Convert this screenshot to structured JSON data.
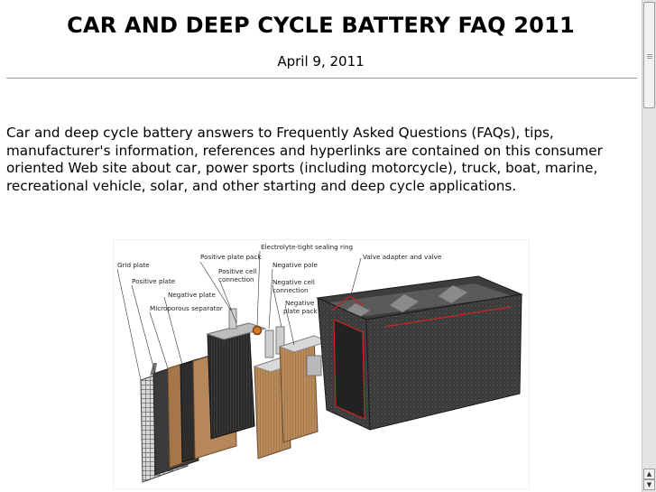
{
  "header": {
    "title": "CAR AND DEEP CYCLE BATTERY FAQ 2011",
    "date": "April 9, 2011"
  },
  "intro": {
    "text": "Car and deep cycle battery answers to Frequently Asked Questions (FAQs), tips, manufacturer's information, references and hyperlinks are contained on this consumer oriented Web site about car, power sports (including motorcycle), truck, boat, marine, recreational vehicle, solar, and other starting and deep cycle applications."
  },
  "diagram": {
    "labels": {
      "grid_plate": "Grid plate",
      "positive_plate": "Positive plate",
      "negative_plate": "Negative plate",
      "microporous_separator": "Microporous separator",
      "positive_plate_pack": "Positive plate pack",
      "positive_cell_connection_1": "Positive cell",
      "positive_cell_connection_2": "connection",
      "electrolyte_ring": "Electrolyte-tight sealing ring",
      "negative_pole": "Negative pole",
      "negative_cell_connection_1": "Negative cell",
      "negative_cell_connection_2": "connection",
      "negative_plate_pack_1": "Negative",
      "negative_plate_pack_2": "plate pack",
      "valve_adapter": "Valve adapter and valve"
    }
  },
  "scrollbar": {
    "up_icon": "triangle-up",
    "down_icon": "triangle-down"
  }
}
